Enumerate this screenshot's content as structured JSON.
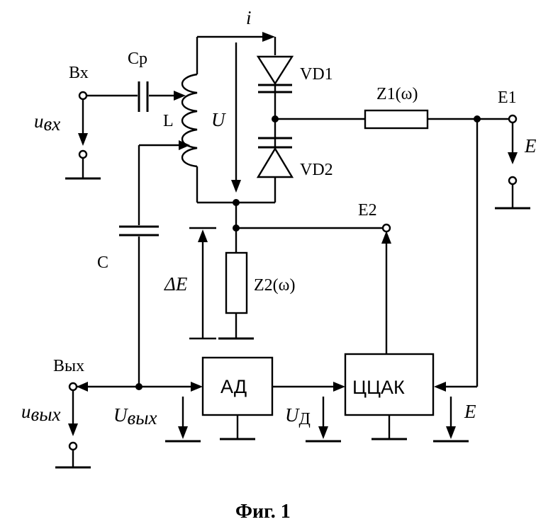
{
  "labels": {
    "input_terminal": "Вх",
    "coupling_cap": "Cp",
    "input_voltage": "u",
    "input_voltage_sub": "вх",
    "inductor": "L",
    "current": "i",
    "voltage_u": "U",
    "diode1": "VD1",
    "diode2": "VD2",
    "impedance1": "Z1(ω)",
    "terminal_e1": "E1",
    "source_e_right": "E",
    "terminal_e2": "E2",
    "capacitor_c": "C",
    "delta_e": "ΔE",
    "impedance2": "Z2(ω)",
    "output_terminal": "Вых",
    "output_voltage": "u",
    "output_voltage_sub": "вых",
    "u_out": "U",
    "u_out_sub": "вых",
    "detector": "АД",
    "u_d": "U",
    "u_d_sub": "Д",
    "converter": "ЦЦАК",
    "e_bottom": "E"
  },
  "caption": "Фиг. 1"
}
